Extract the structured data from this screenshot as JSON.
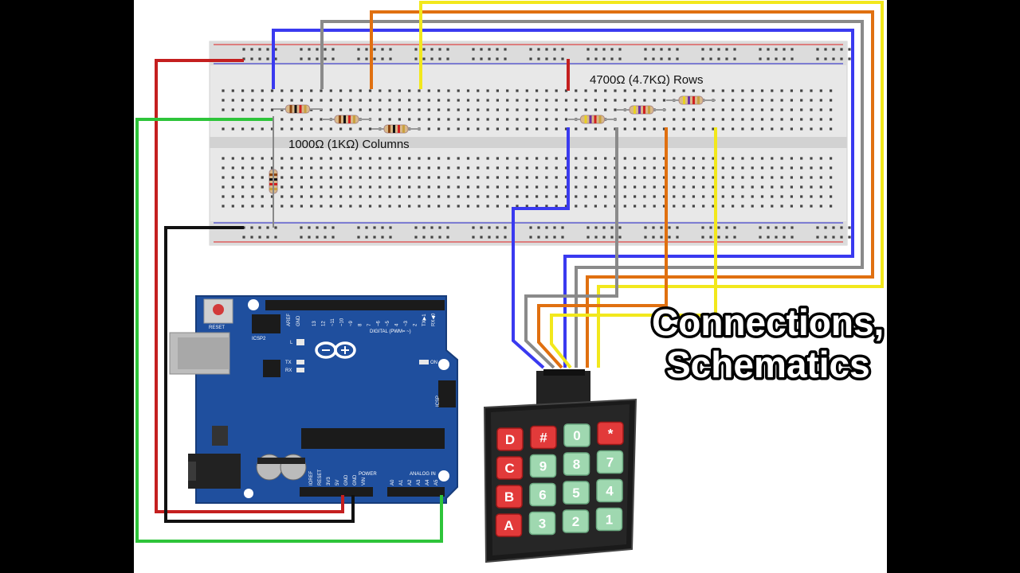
{
  "labels": {
    "rows": "4700Ω (4.7KΩ) Rows",
    "columns": "1000Ω (1KΩ) Columns",
    "title_line1": "Connections,",
    "title_line2": "Schematics"
  },
  "arduino": {
    "reset": "RESET",
    "icsp2": "ICSP2",
    "icsp": "ICSP",
    "aref": "AREF",
    "gnd": "GND",
    "digital": "DIGITAL (PWM= ~)",
    "tx_label": "TX",
    "rx_label": "RX",
    "l_label": "L",
    "on_label": "ON",
    "power": "POWER",
    "analog": "ANALOG IN",
    "power_pins": [
      "IOREF",
      "RESET",
      "3V3",
      "5V",
      "GND",
      "GND",
      "VIN"
    ],
    "analog_pins": [
      "A0",
      "A1",
      "A2",
      "A3",
      "A4",
      "A5"
    ],
    "digital_pins": [
      "13",
      "12",
      "~11",
      "~10",
      "~9",
      "8",
      "7",
      "~6",
      "~5",
      "4",
      "~3",
      "2",
      "TX▶1",
      "RX◀0"
    ]
  },
  "keypad": {
    "keys": [
      [
        "D",
        "#",
        "0",
        "*"
      ],
      [
        "C",
        "9",
        "8",
        "7"
      ],
      [
        "B",
        "6",
        "5",
        "4"
      ],
      [
        "A",
        "3",
        "2",
        "1"
      ]
    ]
  },
  "colors": {
    "red": "#c41f1f",
    "green": "#2ec43a",
    "black": "#111111",
    "blue": "#3a3af0",
    "gray": "#8a8a8a",
    "orange": "#e07010",
    "yellow": "#f2e81c",
    "board": "#1f4f9e",
    "breadboard": "#e6e6e6"
  }
}
